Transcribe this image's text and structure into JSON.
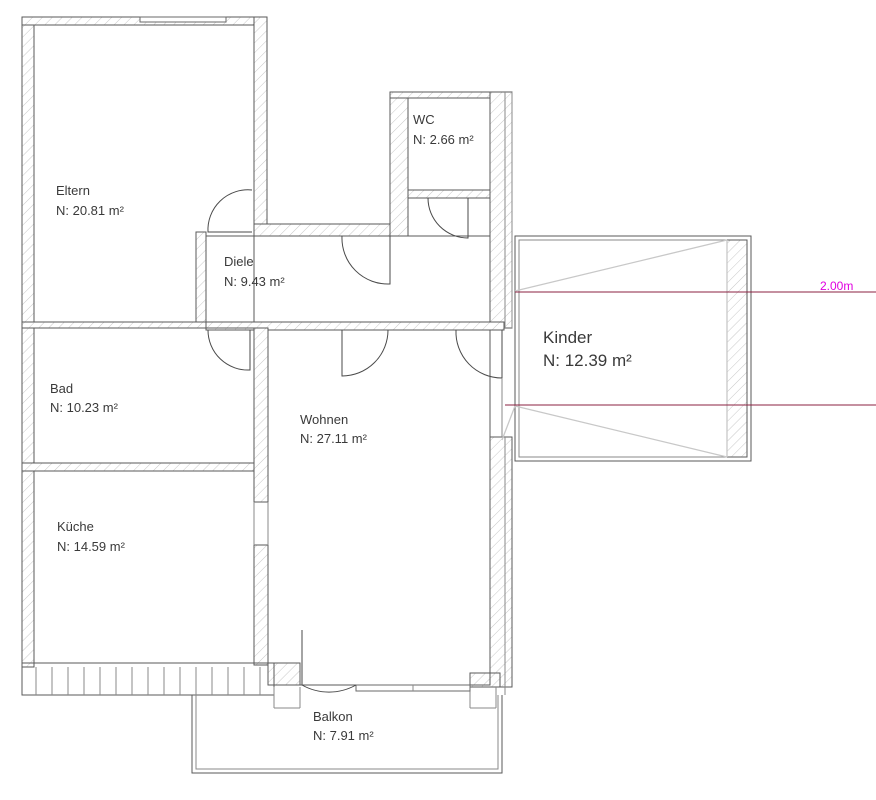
{
  "rooms": [
    {
      "name": "Eltern",
      "area": "N: 20.81 m²"
    },
    {
      "name": "Diele",
      "area": "N: 9.43 m²"
    },
    {
      "name": "WC",
      "area": "N: 2.66 m²"
    },
    {
      "name": "Kinder",
      "area": "N: 12.39 m²"
    },
    {
      "name": "Bad",
      "area": "N: 10.23 m²"
    },
    {
      "name": "Wohnen",
      "area": "N: 27.11 m²"
    },
    {
      "name": "Küche",
      "area": "N: 14.59 m²"
    },
    {
      "name": "Balkon",
      "area": "N: 7.91 m²"
    }
  ],
  "dimension_label": "2.00m",
  "colors": {
    "wall_line": "#5a5a5a",
    "hatch": "#c8c8c8",
    "dimension_line": "#8b2040",
    "dimension_text": "#e000e0",
    "roof_line": "#c8c8c8"
  }
}
